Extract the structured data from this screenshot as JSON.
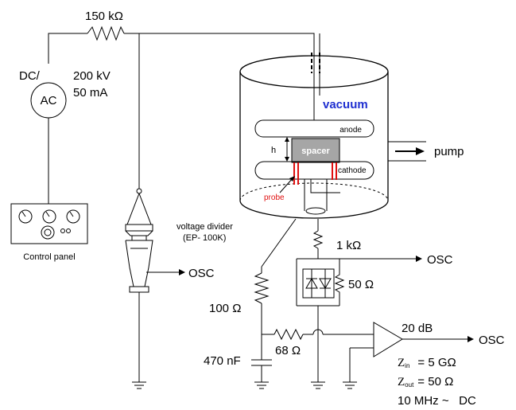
{
  "labels": {
    "resistor_top": "150 kΩ",
    "dc": "DC/",
    "ac": "AC",
    "voltage": "200 kV",
    "current": "50 mA",
    "control_panel": "Control panel",
    "vacuum": "vacuum",
    "anode": "anode",
    "spacer": "spacer",
    "cathode": "cathode",
    "probe": "probe",
    "h": "h",
    "pump": "pump",
    "divider_line1": "voltage divider",
    "divider_line2": "(EP- 100K)",
    "osc_divider": "OSC",
    "r_1k": "1 kΩ",
    "osc_1k": "OSC",
    "r_50": "50 Ω",
    "r_100": "100 Ω",
    "r_68": "68 Ω",
    "c_470": "470 nF",
    "gain": "20 dB",
    "osc_amp": "OSC",
    "zin_sym": "Z",
    "zin_sub": "in",
    "zin_val": "= 5 GΩ",
    "zout_sym": "Z",
    "zout_sub": "out",
    "zout_val": "= 50 Ω",
    "bandwidth": "10 MHz ~   DC"
  },
  "colors": {
    "vacuum_text": "#1f2fd0",
    "probe": "#e01010",
    "spacer_fill": "#a6a6a6",
    "spacer_text": "#ffffff"
  }
}
